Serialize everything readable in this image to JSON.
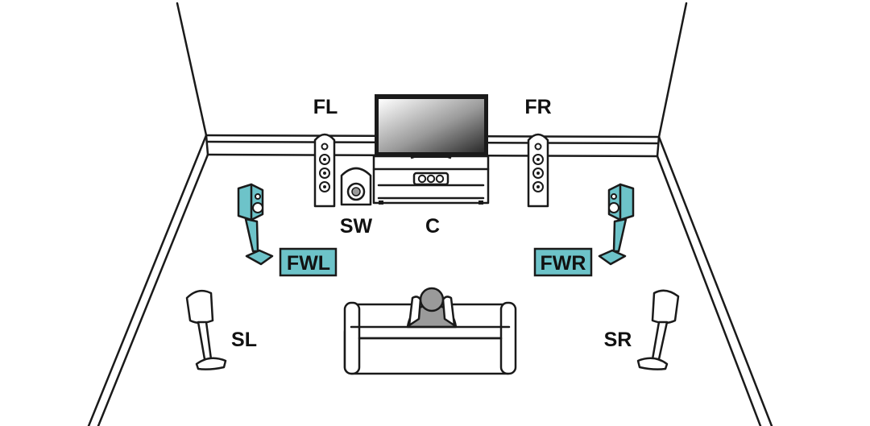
{
  "speakers": {
    "fl": "FL",
    "fr": "FR",
    "sw": "SW",
    "c": "C",
    "fwl": "FWL",
    "fwr": "FWR",
    "sl": "SL",
    "sr": "SR"
  },
  "colors": {
    "highlight": "#6dc3c9",
    "line": "#1a1a1a",
    "listener": "#9a9a9a"
  }
}
